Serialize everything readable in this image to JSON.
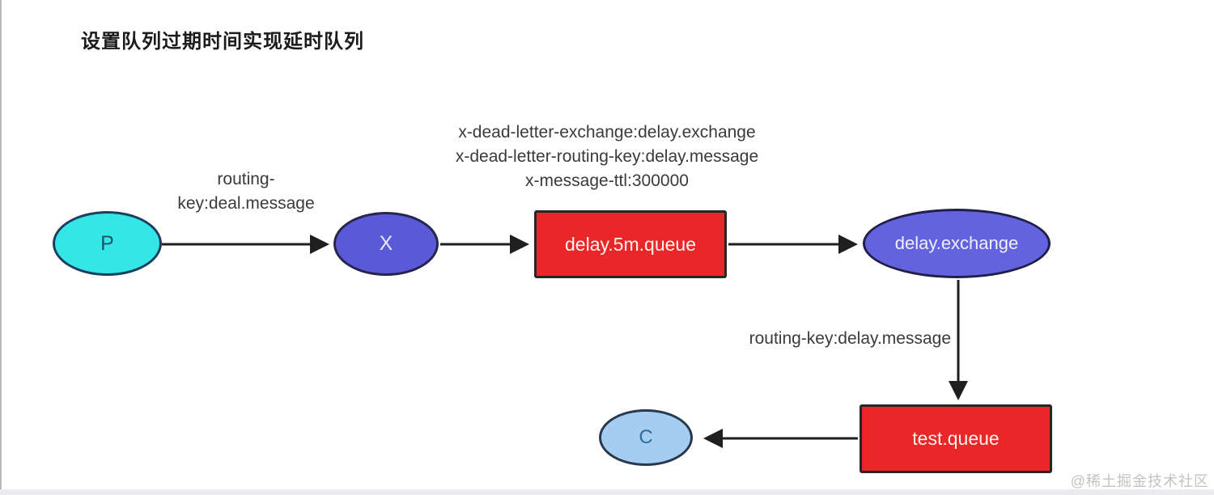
{
  "title": "设置队列过期时间实现延时队列",
  "diagram": {
    "nodes": {
      "producer": {
        "label": "P"
      },
      "exchange_x": {
        "label": "X"
      },
      "delay_queue": {
        "label": "delay.5m.queue"
      },
      "delay_exchange": {
        "label": "delay.exchange"
      },
      "test_queue": {
        "label": "test.queue"
      },
      "consumer": {
        "label": "C"
      }
    },
    "queue_args": [
      "x-dead-letter-exchange:delay.exchange",
      "x-dead-letter-routing-key:delay.message",
      "x-message-ttl:300000"
    ],
    "edge_labels": {
      "p_to_x_line1": "routing-",
      "p_to_x_line2": "key:deal.message",
      "exchange_to_queue": "routing-key:delay.message"
    },
    "colors": {
      "producer_fill": "#35e6e6",
      "exchange_x_fill": "#5a5ad9",
      "delay_exchange_fill": "#6363e0",
      "queue_fill": "#e92728",
      "consumer_fill": "#a6cdf0",
      "arrow_stroke": "#1f1f1f"
    }
  },
  "watermark": "@稀土掘金技术社区"
}
